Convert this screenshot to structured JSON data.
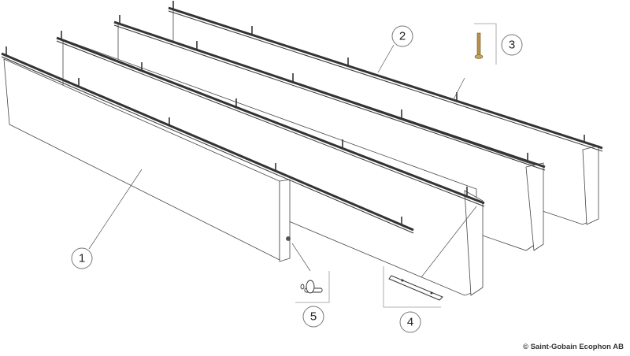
{
  "diagram": {
    "type": "exploded assembly drawing",
    "description": "Four suspended baffle panels hung from rails with hanger rods",
    "callouts": [
      {
        "id": "1",
        "label": "1",
        "target": "baffle panel"
      },
      {
        "id": "2",
        "label": "2",
        "target": "suspension rail"
      },
      {
        "id": "3",
        "label": "3",
        "target": "hanger screw"
      },
      {
        "id": "4",
        "label": "4",
        "target": "joining plate"
      },
      {
        "id": "5",
        "label": "5",
        "target": "end connector"
      }
    ],
    "colors": {
      "line": "#333333",
      "panel_fill": "#ffffff",
      "screw": "#b8944a",
      "leader": "#555555"
    }
  },
  "footer": {
    "copyright": "© Saint-Gobain Ecophon AB"
  }
}
